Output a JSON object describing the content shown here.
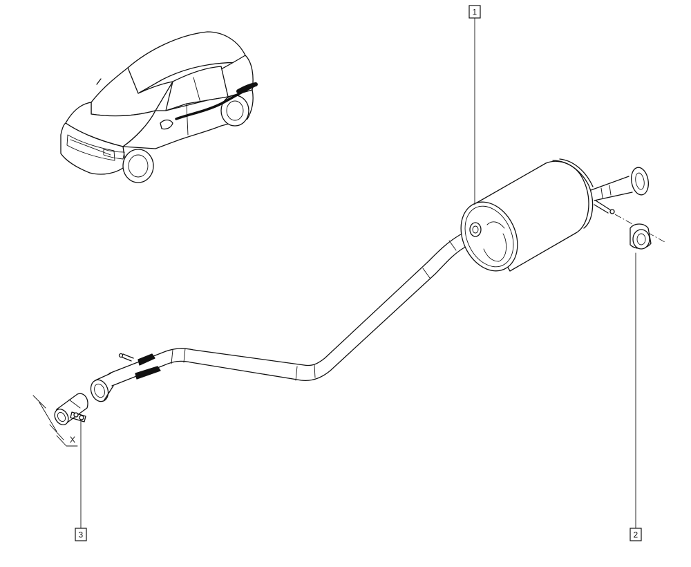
{
  "callouts": [
    {
      "label": "1"
    },
    {
      "label": "2"
    },
    {
      "label": "3"
    }
  ],
  "dimension": {
    "label": "X"
  },
  "colors": {
    "line": "#111111",
    "background": "#ffffff"
  }
}
